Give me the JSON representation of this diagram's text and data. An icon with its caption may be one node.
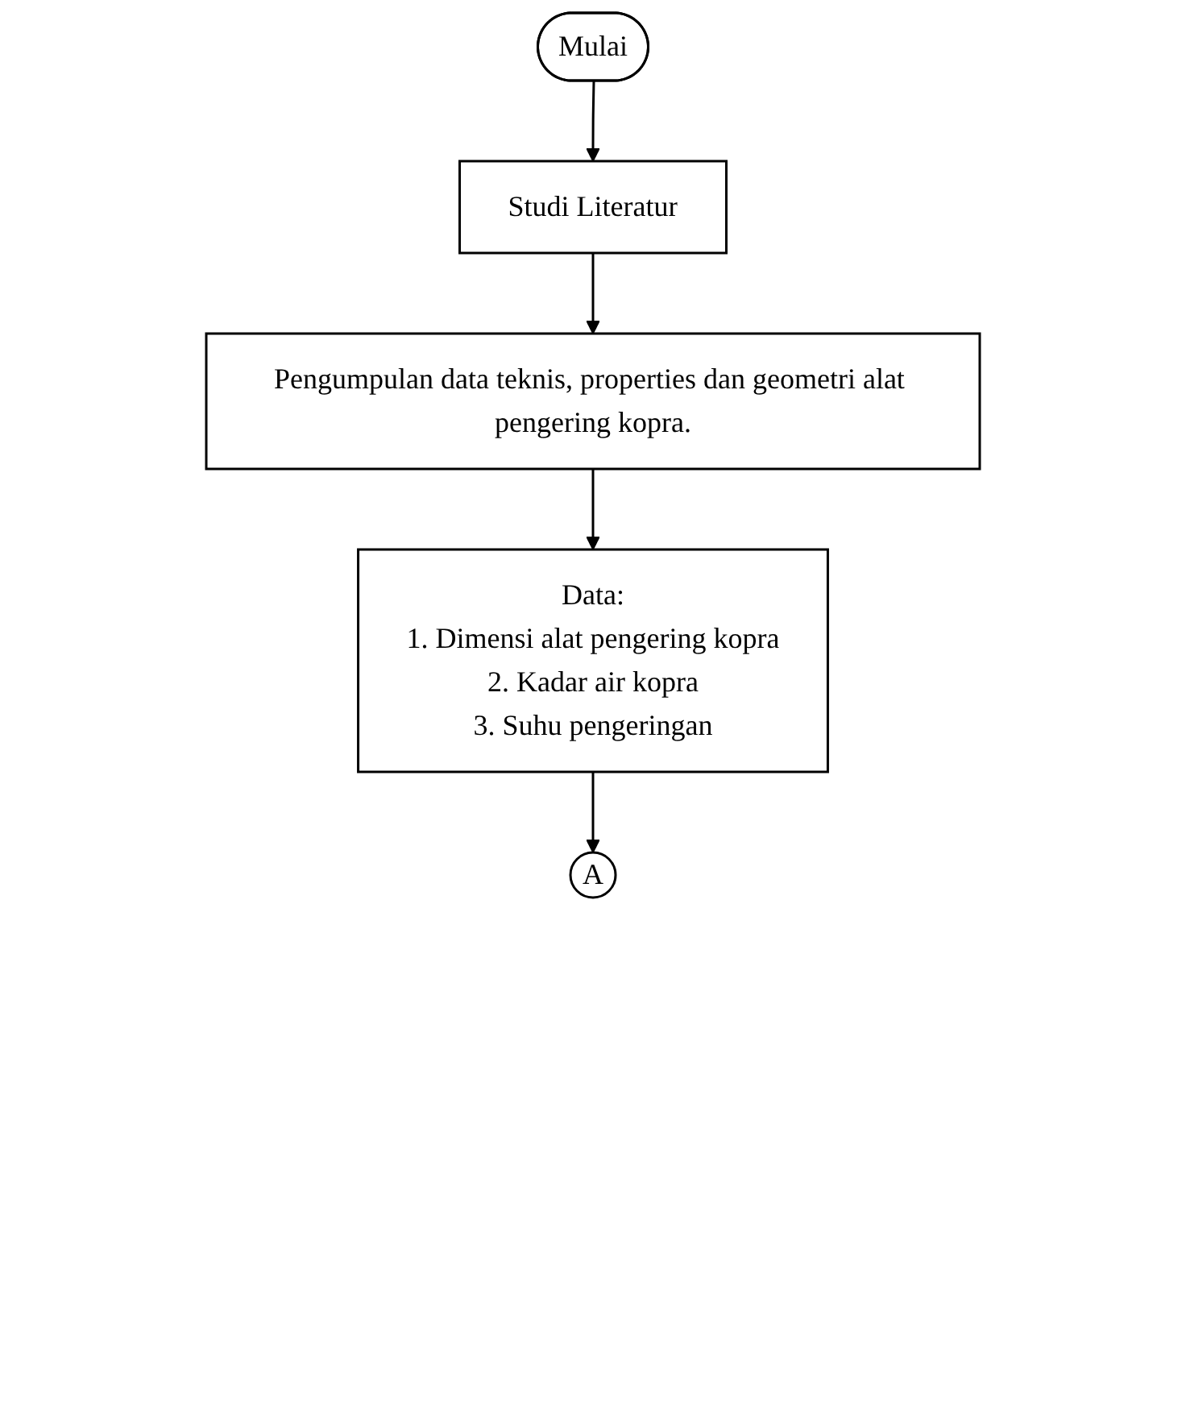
{
  "diagram": {
    "nodes": [
      {
        "text": [
          "Mulai"
        ]
      },
      {
        "text": [
          "Studi Literatur"
        ]
      },
      {
        "text": [
          "Pengumpulan data teknis, properties dan geometri alat pengering kopra."
        ]
      },
      {
        "text": [
          "Data:",
          "1. Dimensi alat pengering kopra",
          "2. Kadar air kopra",
          "3. Suhu pengeringan"
        ]
      },
      {
        "text": [
          "A"
        ]
      }
    ],
    "edges": [
      {
        "from": 0,
        "to": 1,
        "arrow": "to"
      },
      {
        "from": 1,
        "to": 2,
        "arrow": "to"
      },
      {
        "from": 2,
        "to": 3,
        "arrow": "to"
      },
      {
        "from": 3,
        "to": 4,
        "arrow": "to"
      }
    ]
  }
}
